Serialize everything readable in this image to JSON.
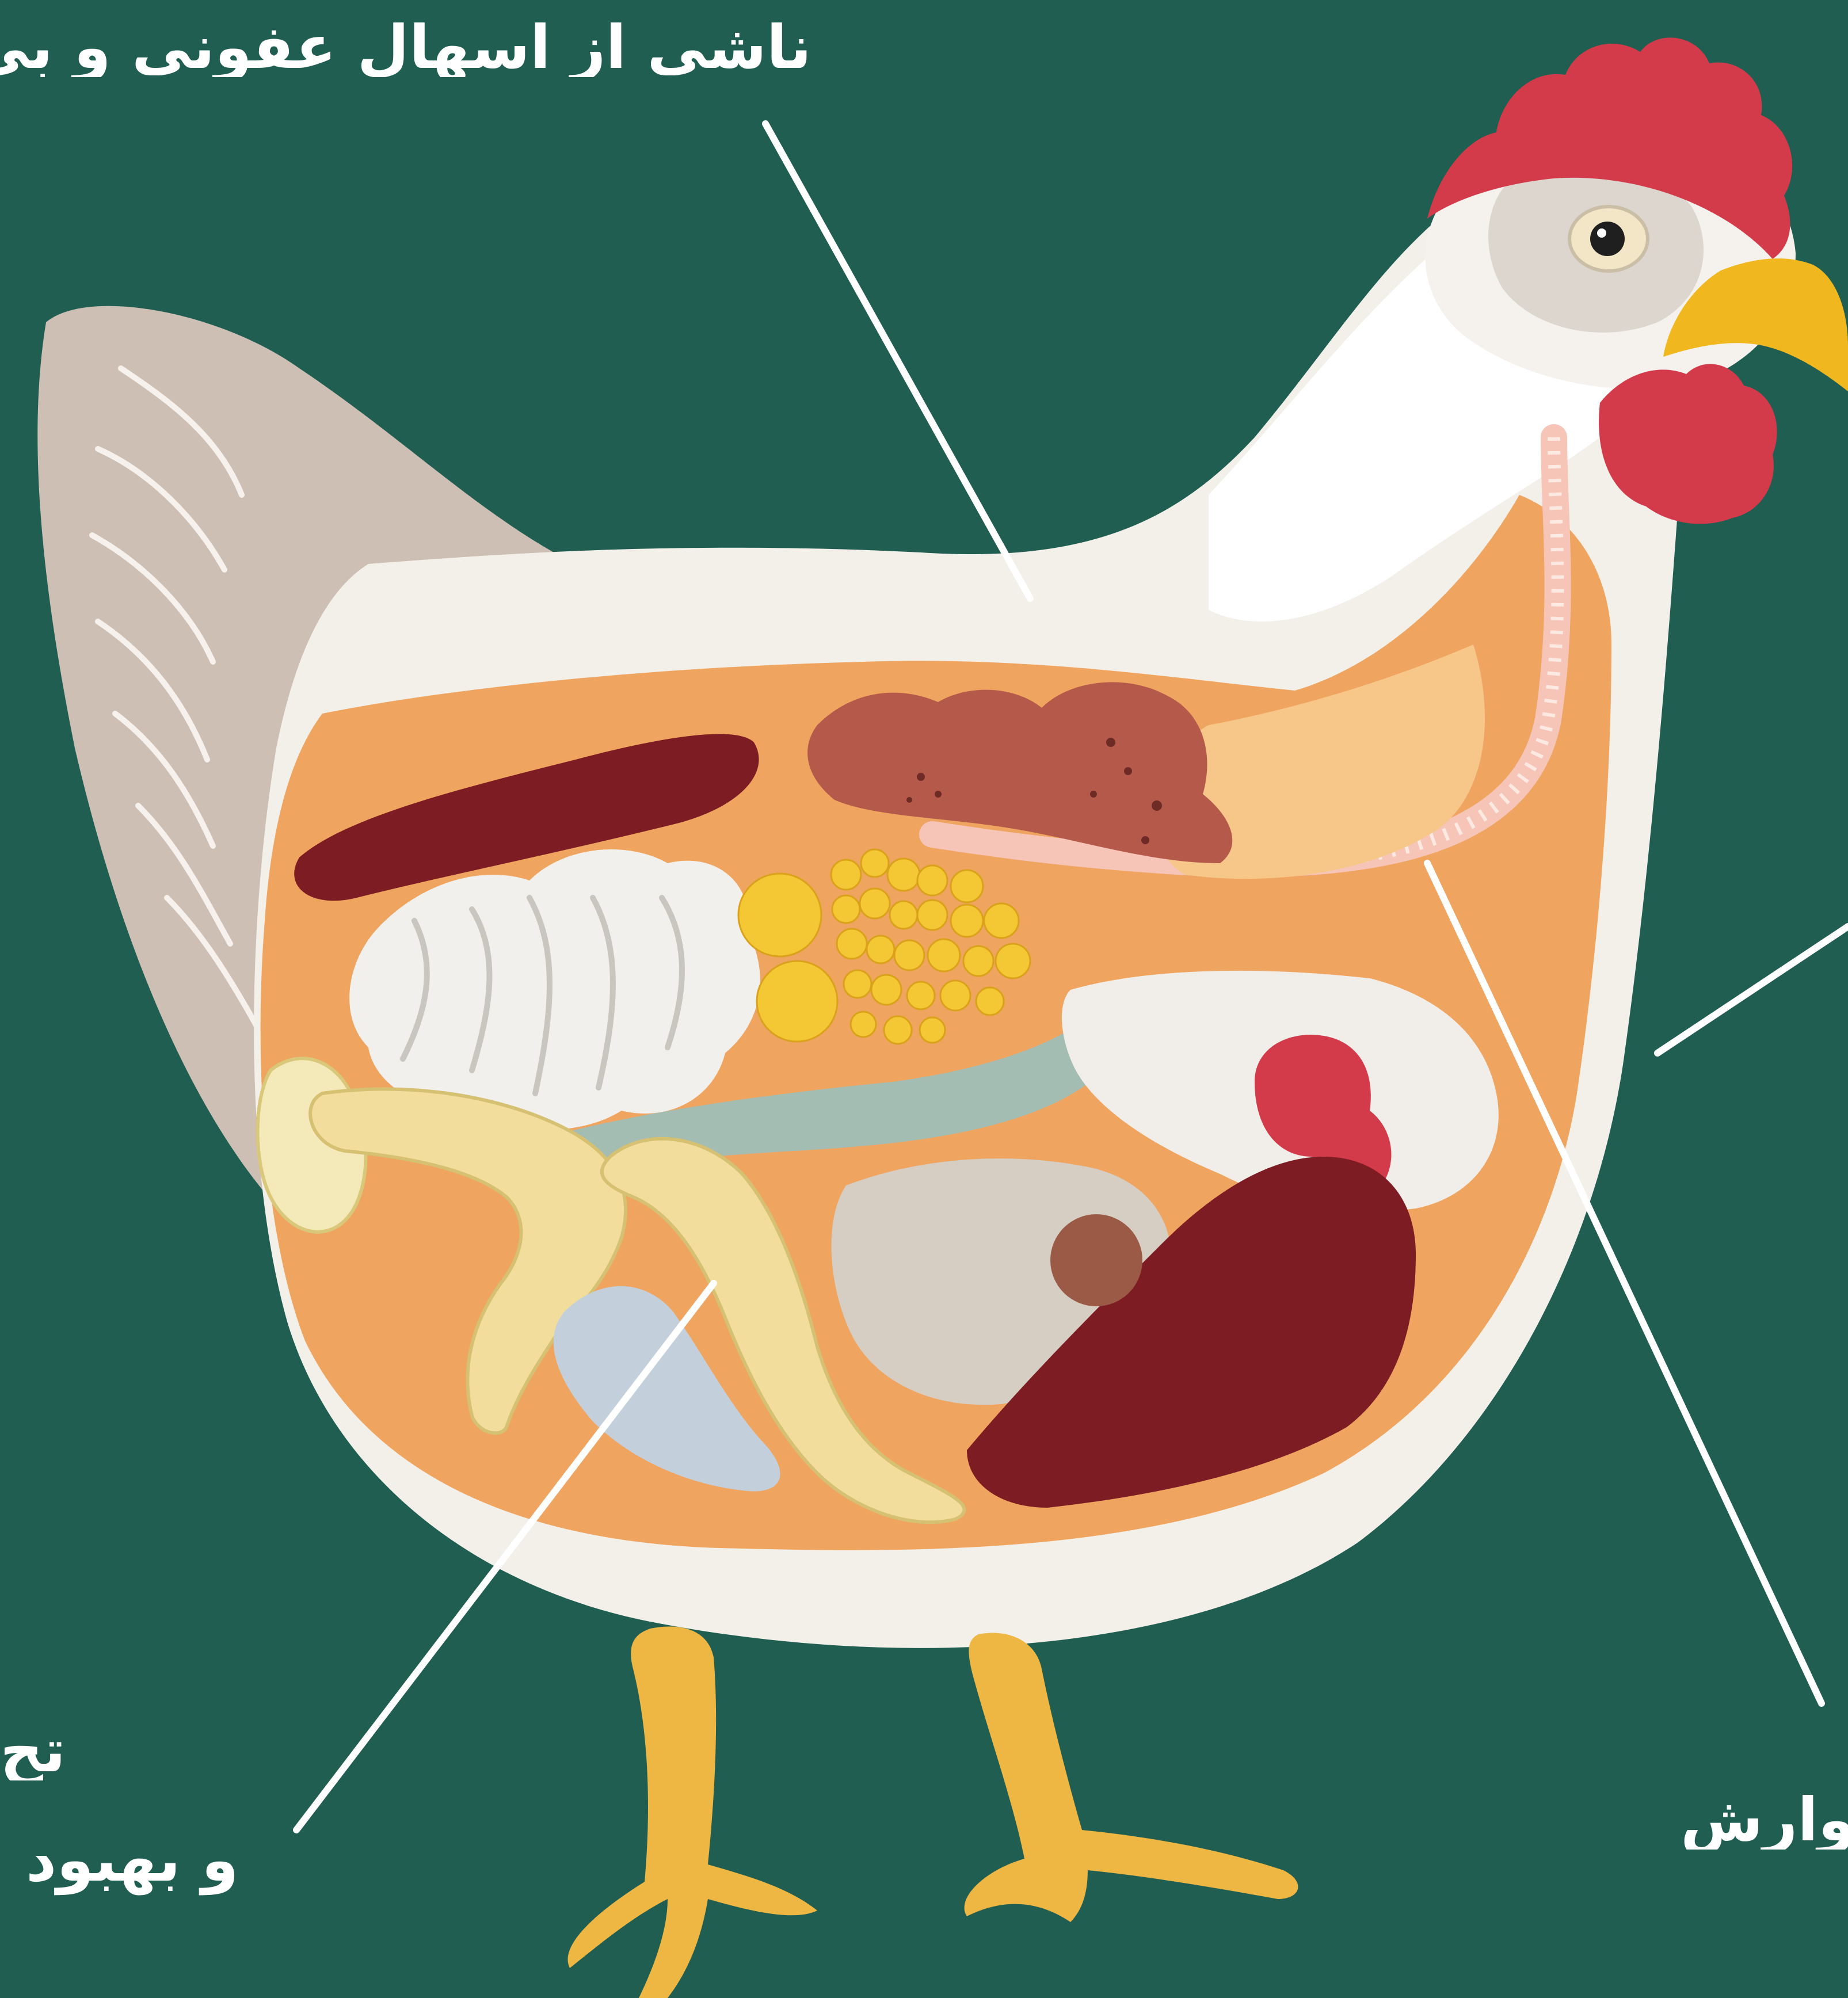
{
  "colors": {
    "background": "#205e52",
    "body_feather": "#f3f0ea",
    "wing": "#cdbfb3",
    "cavity": "#efa45f",
    "comb": "#d33a4a",
    "beak": "#f0b81e",
    "leg": "#eeb642",
    "liver": "#7e1c24",
    "gizzard": "#b55a4b",
    "yolk": "#f4c734",
    "intestine": "#f1f0ec",
    "leader_line": "#ffffff"
  },
  "labels": {
    "top": "ناشی از اسهال عفونی و بی",
    "bottom_left_line1": "تح",
    "bottom_left_line2": "و بهبود",
    "bottom_right": "وارش"
  },
  "icons": {
    "illustration": "chicken-anatomy-illustration"
  }
}
